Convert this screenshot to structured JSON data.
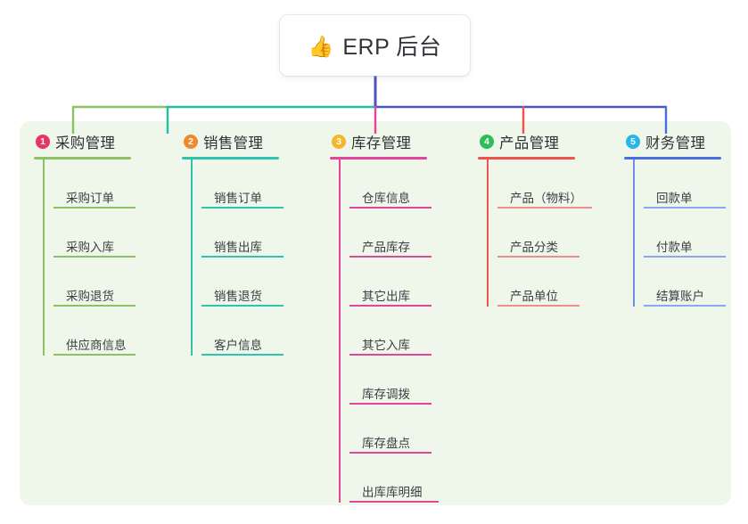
{
  "root": {
    "icon": "thumbs-up-icon",
    "icon_glyph": "👍",
    "title": "ERP 后台"
  },
  "panel": {
    "background": "#eef7e9"
  },
  "connector": {
    "trunk_color": "#4a53c4",
    "bus_left_color": "#1fc0a5",
    "bus_right_color": "#4a53c4",
    "bus_far_left_color": "#8cc265"
  },
  "columns": [
    {
      "index": "1",
      "badge_color": "#e8365f",
      "line_color": "#8cc265",
      "title": "采购管理",
      "items": [
        {
          "label": "采购订单"
        },
        {
          "label": "采购入库"
        },
        {
          "label": "采购退货"
        },
        {
          "label": "供应商信息"
        }
      ]
    },
    {
      "index": "2",
      "badge_color": "#f0882c",
      "line_color": "#2ec4b0",
      "title": "销售管理",
      "items": [
        {
          "label": "销售订单"
        },
        {
          "label": "销售出库"
        },
        {
          "label": "销售退货"
        },
        {
          "label": "客户信息"
        }
      ]
    },
    {
      "index": "3",
      "badge_color": "#f5b72a",
      "line_color": "#e3459a",
      "title": "库存管理",
      "items": [
        {
          "label": "仓库信息"
        },
        {
          "label": "产品库存"
        },
        {
          "label": "其它出库"
        },
        {
          "label": "其它入库"
        },
        {
          "label": "库存调拨"
        },
        {
          "label": "库存盘点"
        },
        {
          "label": "出库库明细"
        }
      ]
    },
    {
      "index": "4",
      "badge_color": "#2ebd58",
      "line_color": "#ef5350",
      "title": "产品管理",
      "items": [
        {
          "label": "产品（物料）"
        },
        {
          "label": "产品分类"
        },
        {
          "label": "产品单位"
        }
      ]
    },
    {
      "index": "5",
      "badge_color": "#29b6e8",
      "line_color": "#4a6ee0",
      "title": "财务管理",
      "items": [
        {
          "label": "回款单"
        },
        {
          "label": "付款单"
        },
        {
          "label": "结算账户"
        }
      ]
    }
  ]
}
